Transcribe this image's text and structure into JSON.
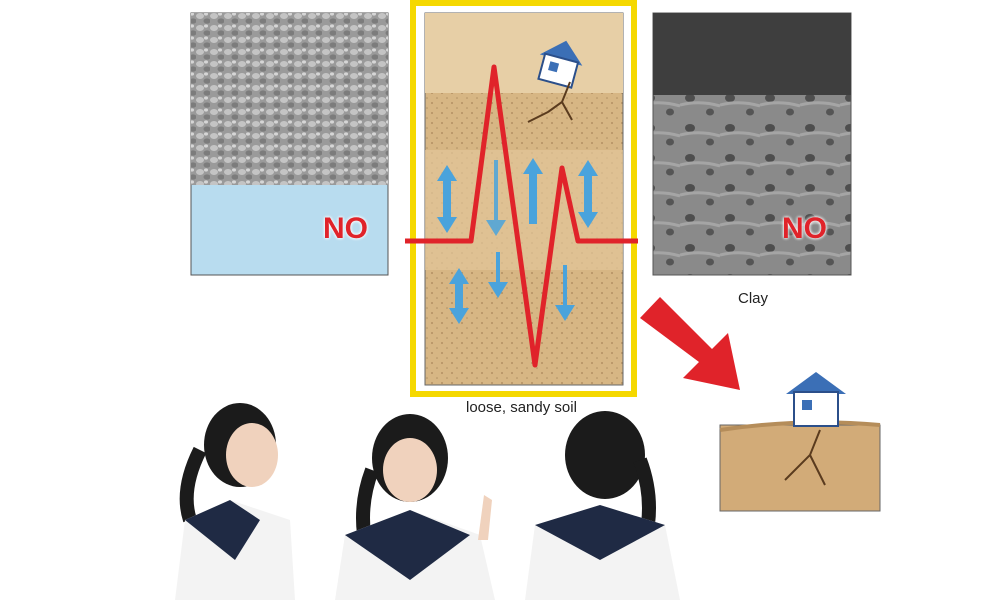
{
  "panels": {
    "gravel": {
      "verdict": "NO"
    },
    "sand": {
      "label": "loose, sandy soil"
    },
    "clay": {
      "label": "Clay",
      "verdict": "NO"
    }
  },
  "colors": {
    "highlight": "#f5d800",
    "wave": "#e0232a",
    "arrow": "#e0232a",
    "water": "#b8dcef",
    "sand": "#d9b88a"
  }
}
